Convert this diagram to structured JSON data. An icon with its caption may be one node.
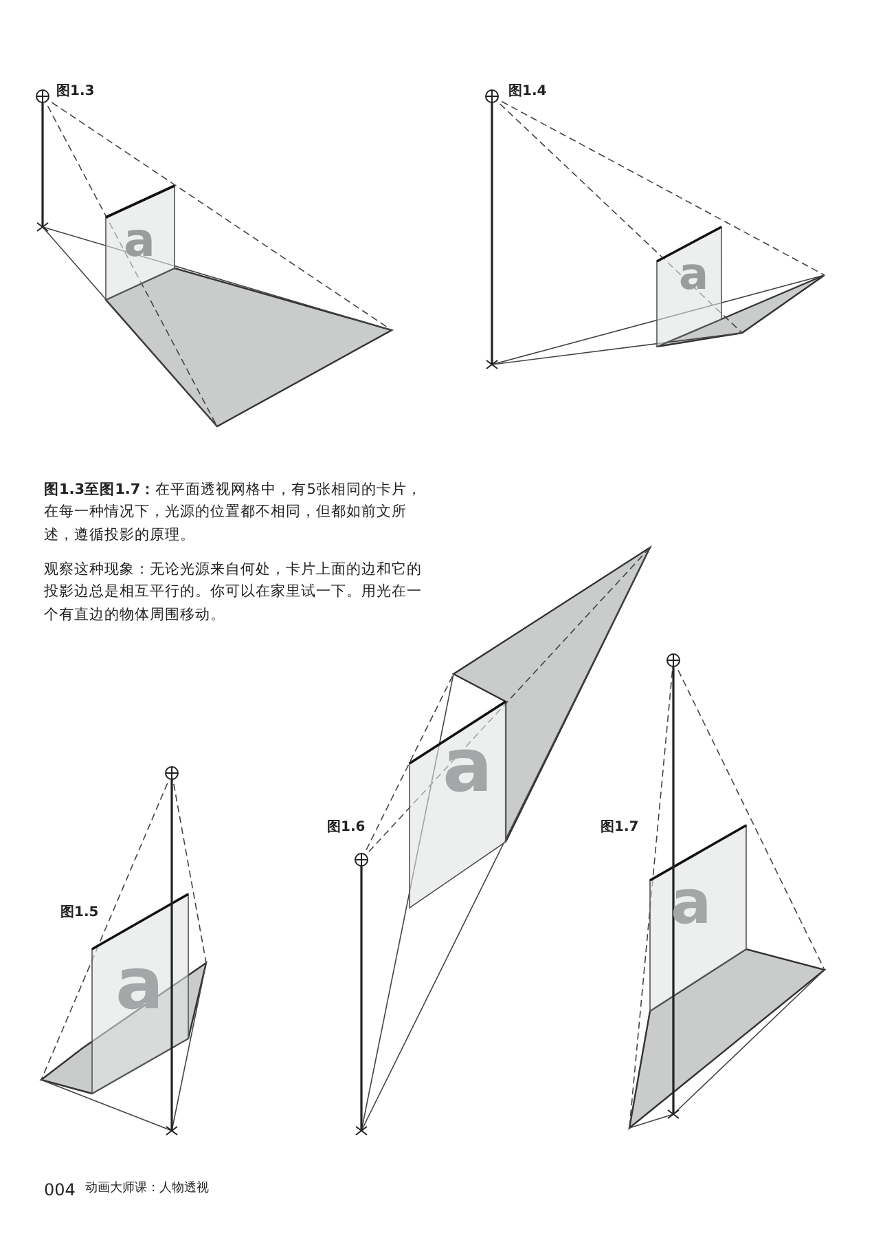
{
  "diagram": {
    "labels": [
      "图1.3",
      "a",
      "图1.4",
      "a",
      "**图1.3至图1.7：**在平面透视网格中，有5张相同的卡片，在每一种情况下，光源的位置都不相同，但都如前文所述，遵循投影的原理。",
      "观察这种现象：无论光源来自何处，卡片上面的边和它的投影边总是相互平行的。你可以在家里试一下。用光在一个有直边的物体周围移动。",
      "a",
      "图1.6",
      "图1.5",
      "a",
      "图1.7",
      "a",
      "004",
      "动画大师课：人物透视"
    ]
  }
}
